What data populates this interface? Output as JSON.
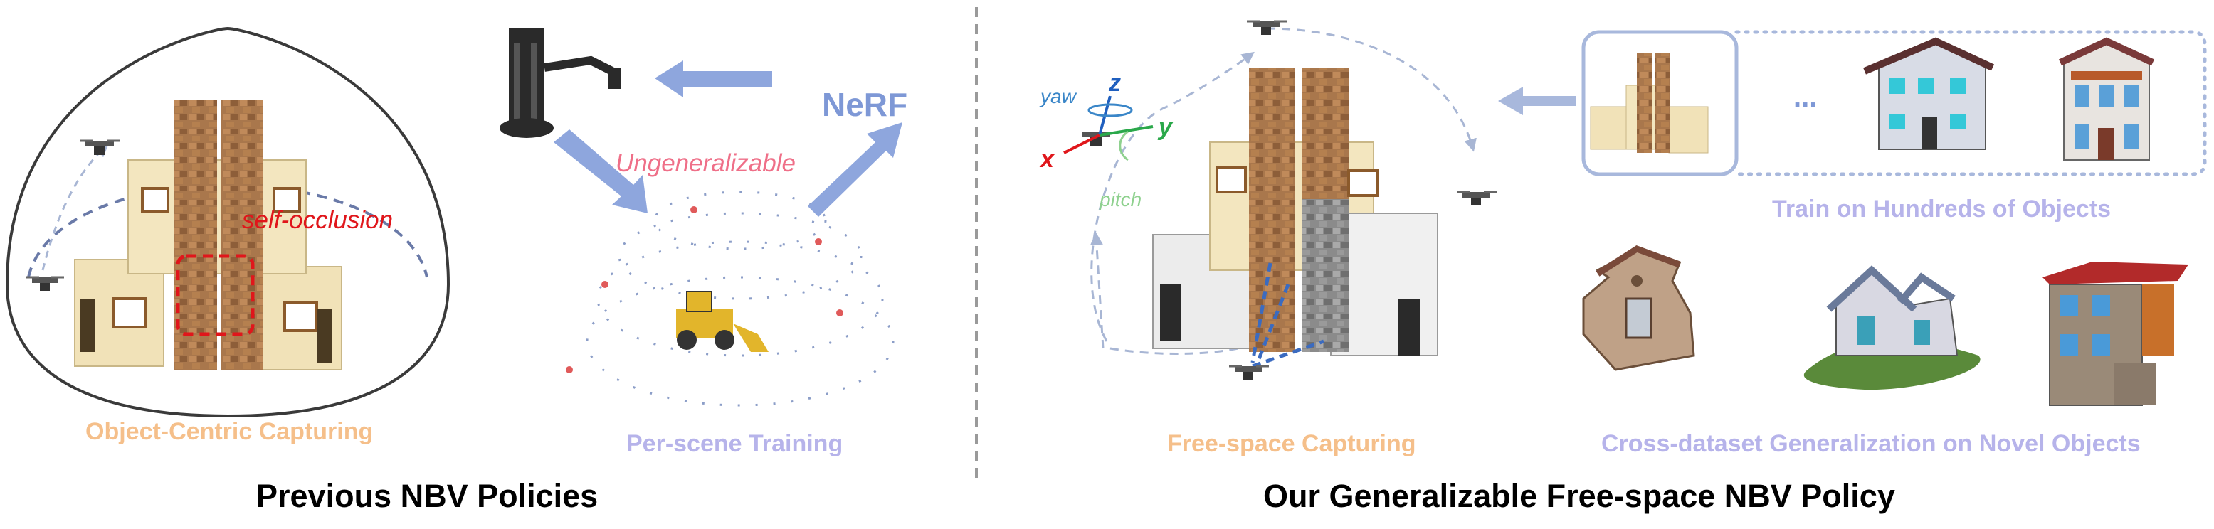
{
  "left_panel": {
    "title": "Previous NBV Policies",
    "object_centric_caption": "Object-Centric Capturing",
    "self_occlusion_label": "self-occlusion",
    "per_scene_caption": "Per-scene Training",
    "ungeneralizable_label": "Ungeneralizable",
    "nerf_label": "NeRF"
  },
  "right_panel": {
    "title": "Our Generalizable Free-space NBV Policy",
    "free_space_caption": "Free-space Capturing",
    "train_caption": "Train on Hundreds of Objects",
    "ellipsis": "...",
    "generalization_caption": "Cross-dataset Generalization on Novel Objects",
    "axes": {
      "z": "z",
      "yaw": "yaw",
      "y": "y",
      "x": "x",
      "pitch": "pitch"
    }
  },
  "colors": {
    "orange_caption": "#f5bf8a",
    "lavender_caption": "#b6b3ea",
    "arrow_blue": "#8ea6dd",
    "pink_text": "#ef6f88",
    "red_text": "#e0161b",
    "axis_x": "#e0161b",
    "axis_y": "#2aa84a",
    "axis_z": "#1f5fbf",
    "yaw_color": "#3a86c8",
    "pitch_color": "#8fd18f"
  },
  "icons": [
    "drone-icon",
    "robot-arm-icon",
    "camera-pose-icon",
    "building-icon",
    "house-model-icon",
    "excavator-icon"
  ]
}
